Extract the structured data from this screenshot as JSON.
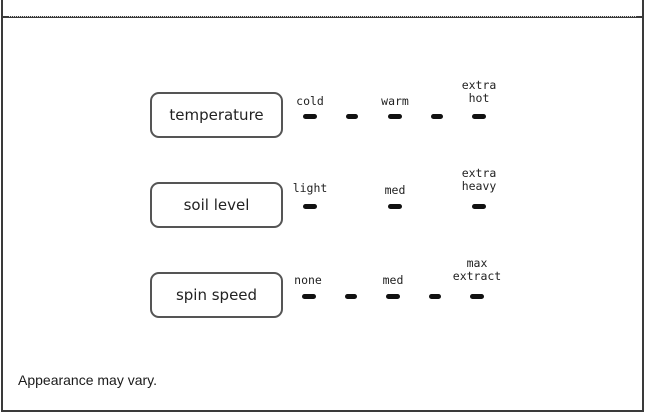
{
  "controls": [
    {
      "button_label": "temperature",
      "options": [
        "cold",
        "warm",
        "extra\nhot"
      ],
      "indicator_count": 5
    },
    {
      "button_label": "soil level",
      "options": [
        "light",
        "med",
        "extra\nheavy"
      ],
      "indicator_count": 3
    },
    {
      "button_label": "spin speed",
      "options": [
        "none",
        "med",
        "max\nextract"
      ],
      "indicator_count": 5
    }
  ],
  "footer": {
    "disclaimer": "Appearance may vary."
  }
}
